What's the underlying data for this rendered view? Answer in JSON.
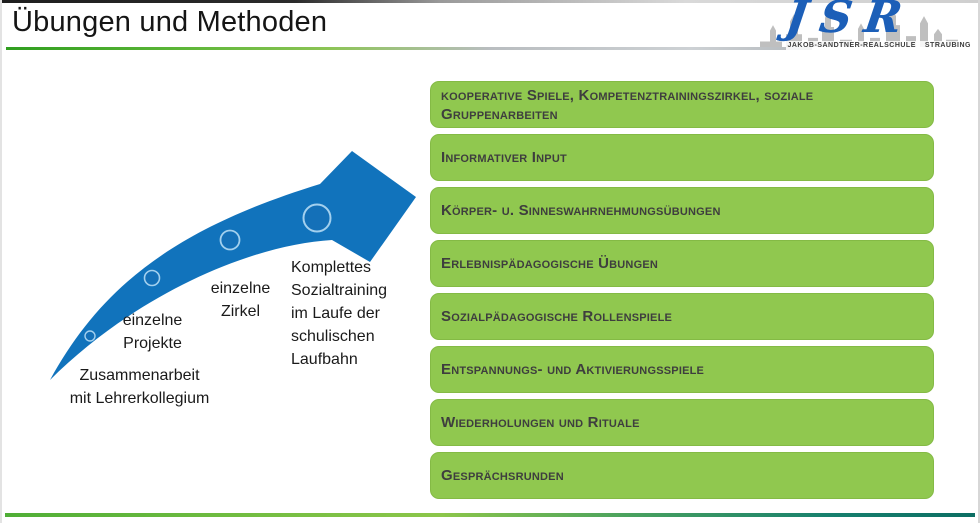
{
  "header": {
    "title": "Übungen und Methoden",
    "logo": {
      "acronym": "JSR",
      "school_name": "JAKOB-SANDTNER-REALSCHULE",
      "city": "STRAUBING"
    }
  },
  "progression": {
    "stages": [
      {
        "label": "Zusammenarbeit\nmit Lehrerkollegium"
      },
      {
        "label": "einzelne\nProjekte"
      },
      {
        "label": "einzelne\nZirkel"
      },
      {
        "label": "Komplettes\nSozialtraining\nim Laufe der\nschulischen\nLaufbahn"
      }
    ]
  },
  "methods": [
    {
      "label": "kooperative Spiele, Kompetenztrainingszirkel, soziale\nGruppenarbeiten"
    },
    {
      "label": "Informativer Input"
    },
    {
      "label": "Körper- u. Sinneswahrnehmungsübungen"
    },
    {
      "label": "Erlebnispädagogische Übungen"
    },
    {
      "label": "Sozialpädagogische Rollenspiele"
    },
    {
      "label": "Entspannungs- und Aktivierungsspiele"
    },
    {
      "label": "Wiederholungen und Rituale"
    },
    {
      "label": "Gesprächsrunden"
    }
  ],
  "colors": {
    "method_box_green": "#90C84F",
    "arrow_blue": "#1173BC",
    "circle_outline_blue": "#A3D0EE",
    "accent_green": "#5DB638",
    "accent_teal": "#0C6E63",
    "logo_blue": "#1C5FB8",
    "skyline_gray": "#A9A9A9",
    "text_dark": "#3E3E3E"
  }
}
